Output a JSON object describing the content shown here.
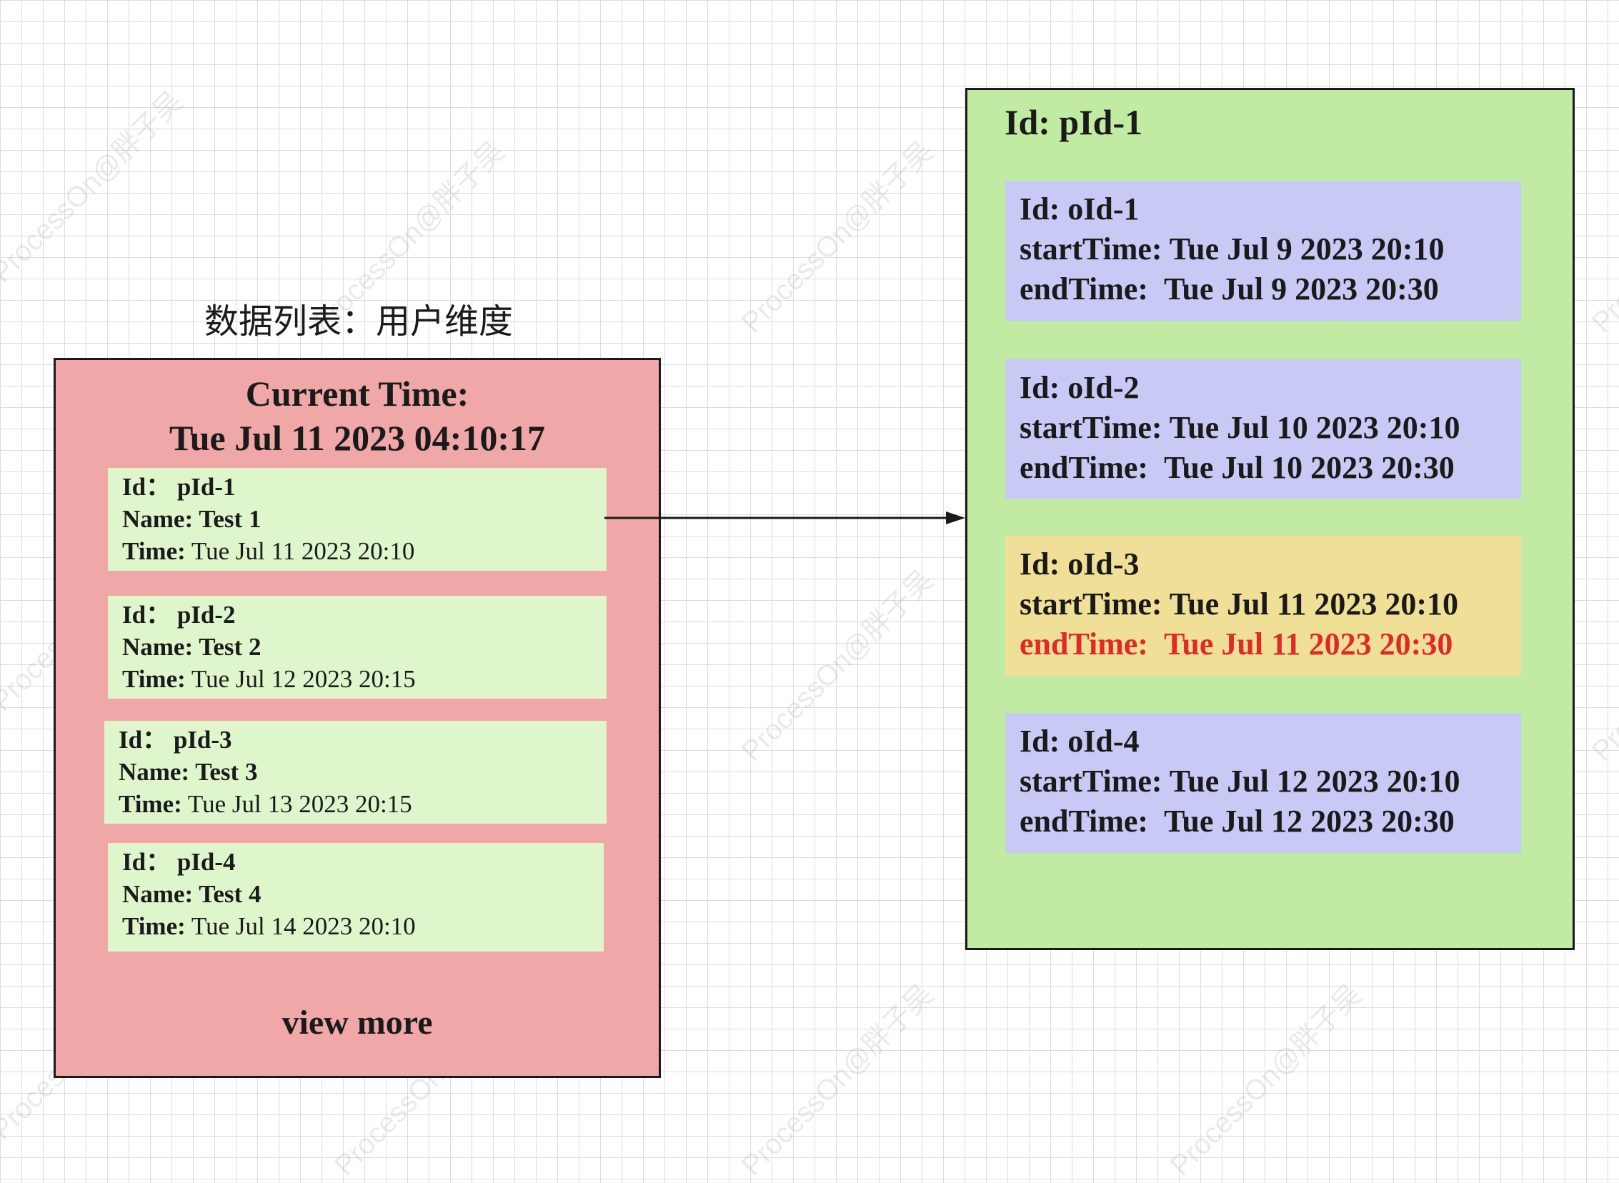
{
  "watermark": "ProcessOn@胖子吴",
  "list_title": "数据列表：用户维度",
  "current_time": {
    "label": "Current Time:",
    "value": "Tue Jul 11 2023 04:10:17"
  },
  "user_list": {
    "id_label": "Id：",
    "name_label": "Name: ",
    "time_label": "Time:",
    "items": [
      {
        "id": "pId-1",
        "name": "Test 1",
        "time": "Tue Jul 11 2023 20:10"
      },
      {
        "id": "pId-2",
        "name": "Test 2",
        "time": "Tue Jul 12 2023 20:15"
      },
      {
        "id": "pId-3",
        "name": "Test 3",
        "time": "Tue Jul 13 2023 20:15"
      },
      {
        "id": "pId-4",
        "name": "Test 4",
        "time": "Tue Jul 14 2023 20:10"
      }
    ],
    "view_more": "view more"
  },
  "detail_panel": {
    "title": "Id: pId-1",
    "id_label": "Id: ",
    "start_label": "startTime:",
    "end_label": "endTime:",
    "orders": [
      {
        "id": "oId-1",
        "start": "Tue Jul 9 2023 20:10",
        "end": "Tue Jul 9 2023 20:30"
      },
      {
        "id": "oId-2",
        "start": "Tue Jul 10 2023 20:10",
        "end": "Tue Jul 10 2023 20:30"
      },
      {
        "id": "oId-3",
        "start": "Tue Jul 11 2023 20:10",
        "end": "Tue Jul 11 2023 20:30"
      },
      {
        "id": "oId-4",
        "start": "Tue Jul 12 2023 20:10",
        "end": "Tue Jul 12 2023 20:30"
      }
    ]
  },
  "colors": {
    "user_panel_bg": "#f0a7a8",
    "user_card_bg": "#dff6cd",
    "detail_panel_bg": "#c1eba3",
    "order_card_bg": "#c8c9f5",
    "order_highlight_bg": "#f0df96",
    "alert_text": "#e02a2a"
  }
}
